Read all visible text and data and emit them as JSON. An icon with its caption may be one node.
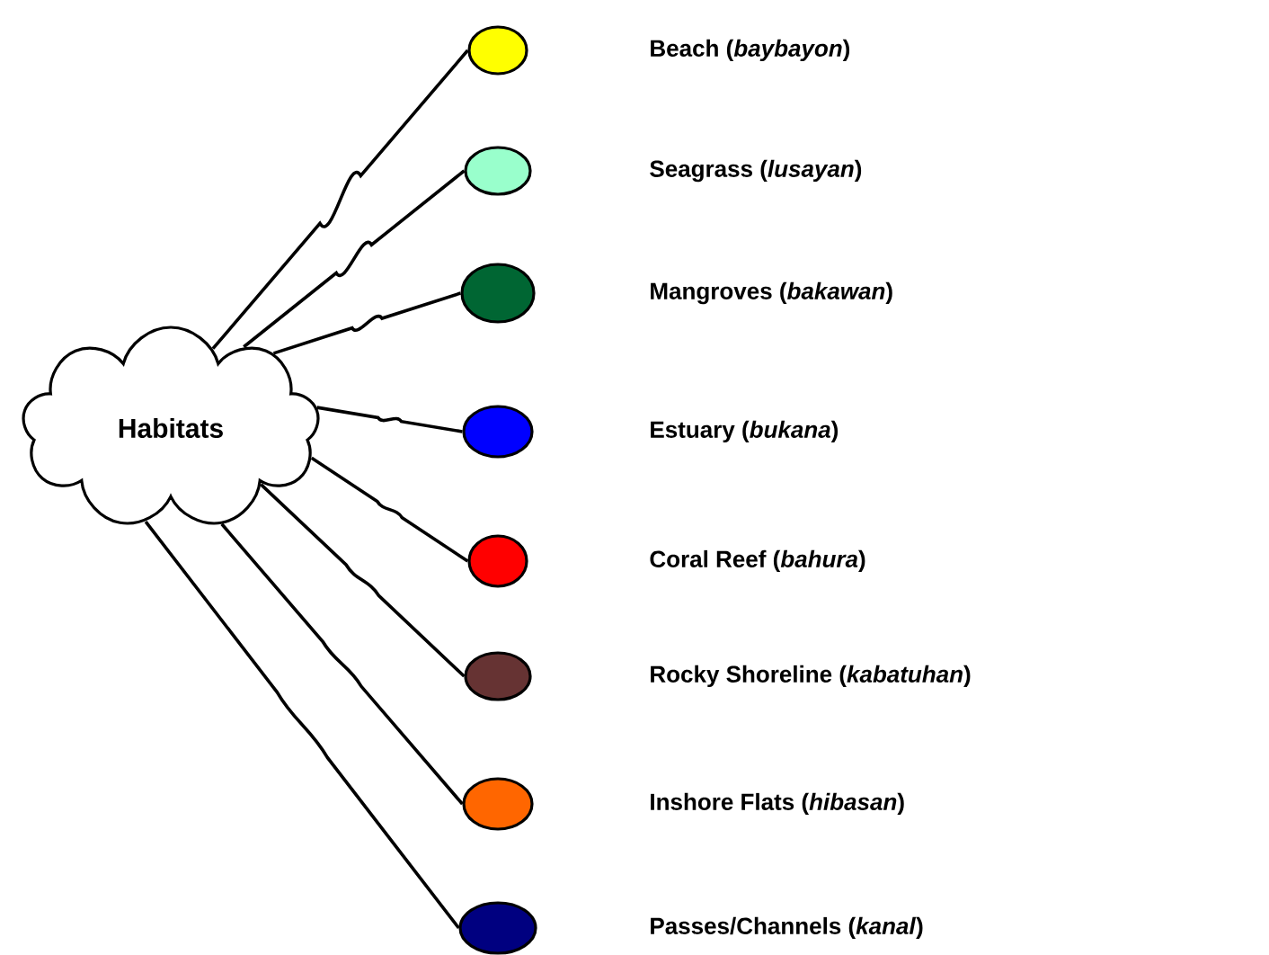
{
  "diagram": {
    "nodes": [
      {
        "text": [
          "Habitats"
        ]
      },
      {
        "text": [],
        "shape": "blob"
      },
      {
        "text": [],
        "shape": "blob"
      },
      {
        "text": [],
        "shape": "blob"
      },
      {
        "text": [],
        "shape": "blob"
      },
      {
        "text": [],
        "shape": "blob"
      },
      {
        "text": [],
        "shape": "blob"
      },
      {
        "text": [],
        "shape": "blob"
      },
      {
        "text": [],
        "shape": "blob"
      }
    ],
    "edges": [
      {
        "from": 0,
        "to": 1,
        "arrow": "none"
      },
      {
        "from": 0,
        "to": 2,
        "arrow": "none"
      },
      {
        "from": 0,
        "to": 3,
        "arrow": "none"
      },
      {
        "from": 0,
        "to": 4,
        "arrow": "none"
      },
      {
        "from": 0,
        "to": 5,
        "arrow": "none"
      },
      {
        "from": 0,
        "to": 6,
        "arrow": "none"
      },
      {
        "from": 0,
        "to": 7,
        "arrow": "none"
      },
      {
        "from": 0,
        "to": 8,
        "arrow": "none"
      }
    ],
    "labels": [
      "Beach (*baybayon*)",
      "Seagrass (*lusayan*)",
      "Mangroves (*bakawan*)",
      "Estuary (*bukana*)",
      "Coral Reef (*bahura*)",
      "Rocky Shoreline (*kabatuhan*)",
      "Inshore Flats (*hibasan*)",
      "Passes/Channels (*kanal*)"
    ]
  }
}
